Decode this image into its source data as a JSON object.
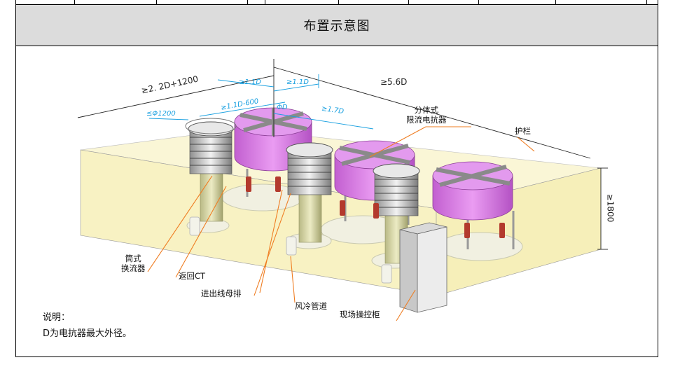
{
  "title": "布置示意图",
  "labels": {
    "split_reactor_1": "分体式",
    "split_reactor_2": "限流电抗器",
    "fence": "护栏",
    "converter_1": "筒式",
    "converter_2": "换流器",
    "return_ct": "返回CT",
    "busbar": "进出线母排",
    "air_duct": "风冷管道",
    "control_cabinet": "现场操控柜"
  },
  "dimensions": {
    "total_length": "≥2. 2D+1200",
    "width": "≥5.6D",
    "gap_a": "≥1.1D",
    "gap_b": "≥1.1D",
    "diameter_limit": "≤Φ1200",
    "spacing_1": "≥1.1D-600",
    "phi_d": "ΦD",
    "spacing_2": "≥1.7D",
    "height": "≥1800"
  },
  "note": {
    "heading": "说明：",
    "text": "D为电抗器最大外径。"
  },
  "colors": {
    "header_bg": "#dcdcdc",
    "fence_fill": "#f7f2c2",
    "reactor_purple": "#d57ee0",
    "leader_orange": "#ef7d22",
    "dim_blue": "#19a0e0"
  }
}
